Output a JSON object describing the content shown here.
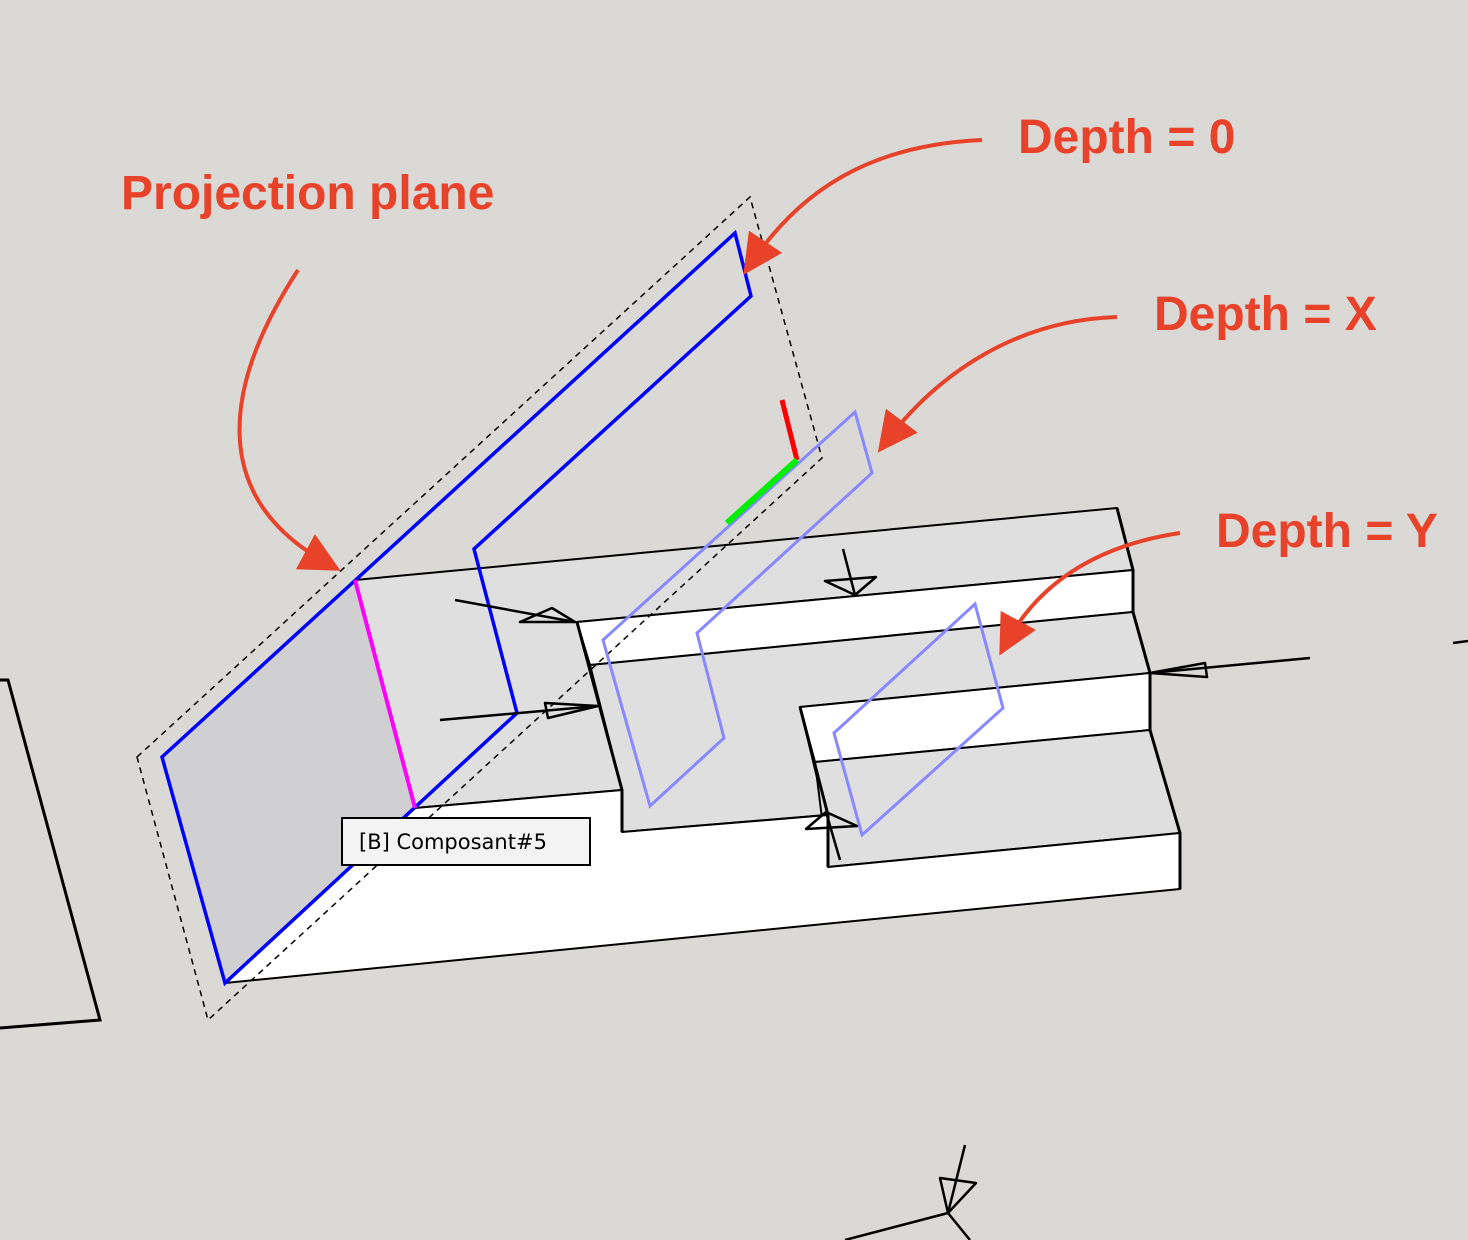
{
  "annotations": {
    "projection_plane": "Projection plane",
    "depth_0": "Depth = 0",
    "depth_x": "Depth = X",
    "depth_y": "Depth = Y"
  },
  "tooltip": "[B] Composant#5",
  "colors": {
    "annotation": "#e8432a",
    "background": "#dad9d5",
    "plane_outline": "#0000ff",
    "projection_outline": "#8888ff",
    "edge_highlight": "#ff00ff",
    "axis_red": "#ff0000",
    "axis_green": "#00ee00"
  }
}
